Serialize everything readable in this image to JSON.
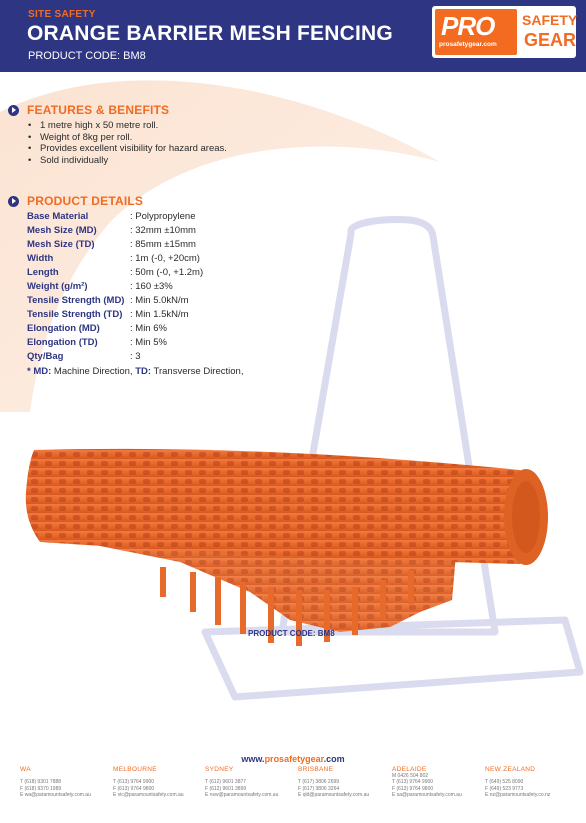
{
  "header": {
    "category": "SITE SAFETY",
    "title": "ORANGE BARRIER MESH FENCING",
    "product_code": "PRODUCT CODE: BM8"
  },
  "logo": {
    "brand": "PRO",
    "url": "prosafetygear.com",
    "safety": "SAFETY",
    "gear": "GEAR"
  },
  "features": {
    "title": "FEATURES & BENEFITS",
    "items": [
      "1 metre high x 50 metre roll.",
      "Weight of 8kg per roll.",
      "Provides excellent visibility for hazard areas.",
      "Sold individually"
    ]
  },
  "details": {
    "title": "PRODUCT DETAILS",
    "rows": [
      {
        "label": "Base Material",
        "value": ": Polypropylene"
      },
      {
        "label": "Mesh Size (MD)",
        "value": ": 32mm ±10mm"
      },
      {
        "label": "Mesh Size (TD)",
        "value": ": 85mm ±15mm"
      },
      {
        "label": "Width",
        "value": ": 1m (-0, +20cm)"
      },
      {
        "label": "Length",
        "value": ": 50m (-0, +1.2m)"
      },
      {
        "label": "Weight (g/m²)",
        "value": ": 160 ±3%"
      },
      {
        "label": "Tensile Strength (MD)",
        "value": ": Min 5.0kN/m"
      },
      {
        "label": "Tensile Strength (TD)",
        "value": ": Min 1.5kN/m"
      },
      {
        "label": "Elongation (MD)",
        "value": ": Min 6%"
      },
      {
        "label": "Elongation (TD)",
        "value": ": Min 5%"
      },
      {
        "label": "Qty/Bag",
        "value": ": 3"
      }
    ],
    "note_md_label": "* MD:",
    "note_md_text": "Machine Direction,",
    "note_td_label": "TD:",
    "note_td_text": "Transverse Direction,"
  },
  "image_caption": "PRODUCT CODE: BM8",
  "footer": {
    "url_prefix": "www.",
    "url_brand": "prosafetygear",
    "url_suffix": ".com",
    "offices": [
      {
        "name": "WA",
        "lines": [
          "",
          "T (618) 9301 7888",
          "F (618) 9370 1989",
          "E wa@paramountsafety.com.au"
        ]
      },
      {
        "name": "MELBOURNE",
        "lines": [
          "",
          "T (613) 9764 9900",
          "F (613) 9764 9800",
          "E vic@paramountsafety.com.au"
        ]
      },
      {
        "name": "SYDNEY",
        "lines": [
          "",
          "T (612) 9601 3877",
          "F (612) 9601 3899",
          "E nsw@paramountsafety.com.au"
        ]
      },
      {
        "name": "BRISBANE",
        "lines": [
          "",
          "T (617) 3806 2699",
          "F (617) 3806 3264",
          "E qld@paramountsafety.com.au"
        ]
      },
      {
        "name": "ADELAIDE",
        "lines": [
          "M 0426 504 802",
          "T (613) 9764 9900",
          "F (613) 9764 9800",
          "E sa@paramountsafety.com.au"
        ]
      },
      {
        "name": "NEW ZEALAND",
        "lines": [
          "",
          "T (649) 525 8090",
          "F (649) 523 9773",
          "E nz@paramountsafety.co.nz"
        ]
      }
    ]
  }
}
